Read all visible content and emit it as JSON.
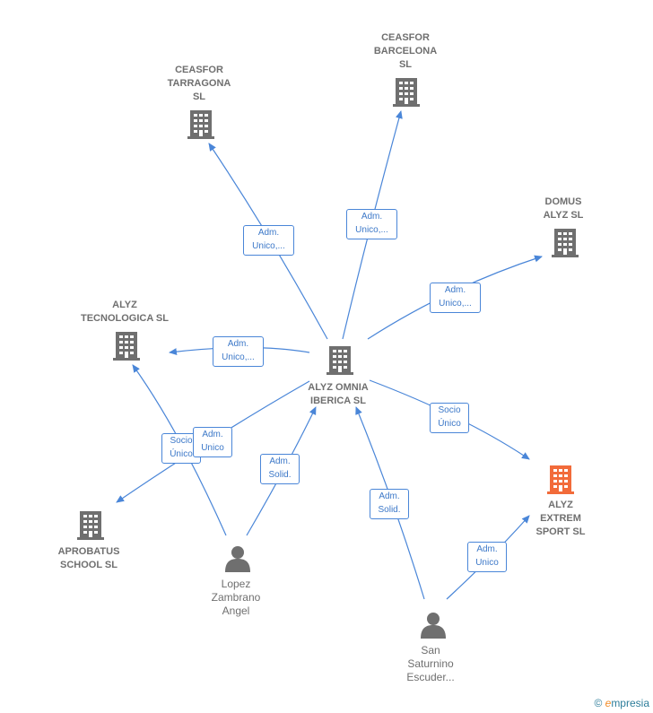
{
  "nodes": {
    "ceasfor_tarragona": {
      "label": "CEASFOR\nTARRAGONA\nSL"
    },
    "ceasfor_barcelona": {
      "label": "CEASFOR\nBARCELONA\nSL"
    },
    "domus_alyz": {
      "label": "DOMUS\nALYZ  SL"
    },
    "alyz_tecnologica": {
      "label": "ALYZ\nTECNOLOGICA SL"
    },
    "alyz_omnia": {
      "label": "ALYZ OMNIA\nIBERICA  SL"
    },
    "alyz_extrem": {
      "label": "ALYZ\nEXTREM\nSPORT  SL"
    },
    "aprobatus": {
      "label": "APROBATUS\nSCHOOL  SL"
    },
    "lopez": {
      "label": "Lopez\nZambrano\nAngel"
    },
    "san_saturnino": {
      "label": "San\nSaturnino\nEscuder..."
    }
  },
  "edges": {
    "omnia_tarragona": "Adm.\nUnico,...",
    "omnia_barcelona": "Adm.\nUnico,...",
    "omnia_domus": "Adm.\nUnico,...",
    "omnia_tecnologica": "Adm.\nUnico,...",
    "omnia_extrem": "Socio\nÚnico",
    "tecnologica_aprobatus_socio": "Socio\nÚnico",
    "omnia_aprobatus_adm": "Adm.\nUnico",
    "lopez_omnia": "Adm.\nSolid.",
    "san_omnia": "Adm.\nSolid.",
    "san_extrem": "Adm.\nUnico"
  },
  "colors": {
    "edge": "#4a86d8",
    "company": "#6f6f6f",
    "focus_company": "#f26b3a",
    "person": "#6f6f6f"
  },
  "brand": {
    "copyright": "©",
    "name_e": "e",
    "name_rest": "mpresia"
  }
}
